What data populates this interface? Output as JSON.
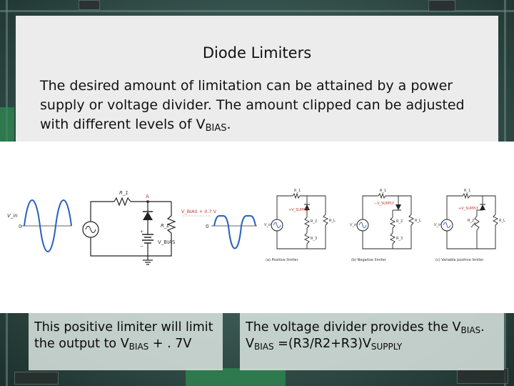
{
  "slide": {
    "title": "Diode Limiters",
    "body": {
      "text": "The desired amount of limitation can be attained by a power supply or voltage divider. The amount clipped can be adjusted with different levels of V",
      "sub": "BIAS",
      "end": "."
    }
  },
  "figure_left": {
    "vin_label": "V_in",
    "r1_label": "R_1",
    "node_a": "A",
    "rl_label": "R_L",
    "vbias_label": "V_BIAS",
    "out_level_label": "V_BIAS + 0.7 V",
    "zero_in": "0",
    "zero_out": "0",
    "plus": "+",
    "minus": "−"
  },
  "figure_right": {
    "panels": [
      {
        "r_top": "R_1",
        "supply": "+V_SUPPLY",
        "r_mid": "R_2",
        "r_bot": "R_3",
        "rl": "R_L",
        "vin": "V_in",
        "caption": "(a) Positive limiter"
      },
      {
        "r_top": "R_1",
        "supply": "−V_SUPPLY",
        "r_mid": "R_2",
        "r_bot": "R_3",
        "rl": "R_L",
        "vin": "V_in",
        "caption": "(b) Negative limiter"
      },
      {
        "r_top": "R_1",
        "supply": "+V_SUPPLY",
        "r_mid": "R_2",
        "r_bot": "",
        "rl": "R_L",
        "vin": "V_in",
        "caption": "(c) Variable positive limiter"
      }
    ]
  },
  "captions": {
    "left": {
      "line1": "This positive limiter will limit",
      "line2_pre": "the output to V",
      "line2_sub": "BIAS",
      "line2_post": " + . 7V"
    },
    "right": {
      "line1_pre": "The voltage divider provides the V",
      "line1_sub": "BIAS",
      "line1_post": ".",
      "line2_pre": "V",
      "line2_sub1": "BIAS",
      "line2_mid": " =(R3/R2+R3)V",
      "line2_sub2": "SUPPLY"
    }
  },
  "colors": {
    "panel_bg": "#ececec",
    "wave_blue": "#2a5fbf",
    "circuit_line": "#222222",
    "label_red": "#c0392b"
  }
}
